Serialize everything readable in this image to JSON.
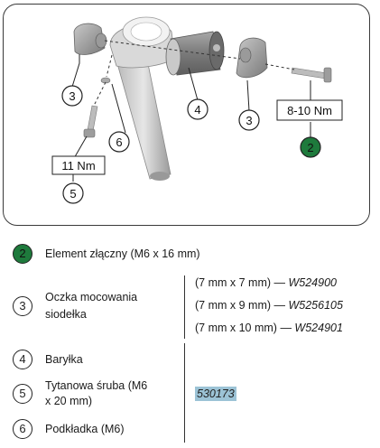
{
  "diagram": {
    "callouts": {
      "c2": "2",
      "c3a": "3",
      "c3b": "3",
      "c4": "4",
      "c5": "5",
      "c6": "6"
    },
    "torque_right": "8-10 Nm",
    "torque_left": "11 Nm"
  },
  "legend": {
    "item2": {
      "num": "2",
      "label": "Element złączny (M6 x 16 mm)"
    },
    "item3": {
      "num": "3",
      "label_line1": "Oczka mocowania",
      "label_line2": "siodełka",
      "specs": [
        {
          "size": "(7 mm x 7  mm) — ",
          "code": "W524900"
        },
        {
          "size": "(7 mm x 9 mm) — ",
          "code": "W5256105"
        },
        {
          "size": "(7 mm x 10 mm) — ",
          "code": "W524901"
        }
      ]
    },
    "item4": {
      "num": "4",
      "label": "Baryłka"
    },
    "item5": {
      "num": "5",
      "label_line1": "Tytanowa śruba (M6",
      "label_line2": "x 20 mm)"
    },
    "item6": {
      "num": "6",
      "label": "Podkładka (M6)"
    },
    "group_code": "530173"
  }
}
